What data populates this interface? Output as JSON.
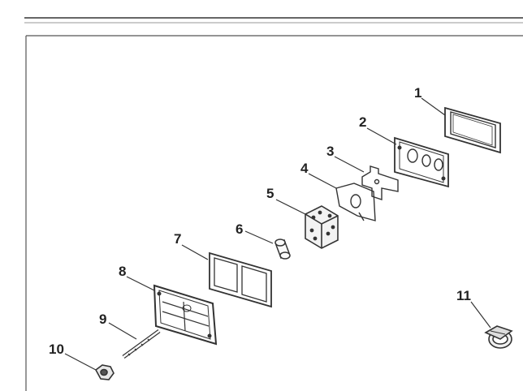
{
  "diagram": {
    "callouts": [
      "1",
      "2",
      "3",
      "4",
      "5",
      "6",
      "7",
      "8",
      "9",
      "10",
      "11"
    ],
    "parts": [
      "gasket-1",
      "plate-2",
      "reed-petal-3",
      "reed-stop-4",
      "block-5",
      "spacer-6",
      "gasket-7",
      "reed-cage-8",
      "bolt-9",
      "nut-10",
      "clamp-11"
    ],
    "colors": {
      "line": "#333333",
      "light_line": "#777777",
      "frame": "#555555"
    }
  }
}
